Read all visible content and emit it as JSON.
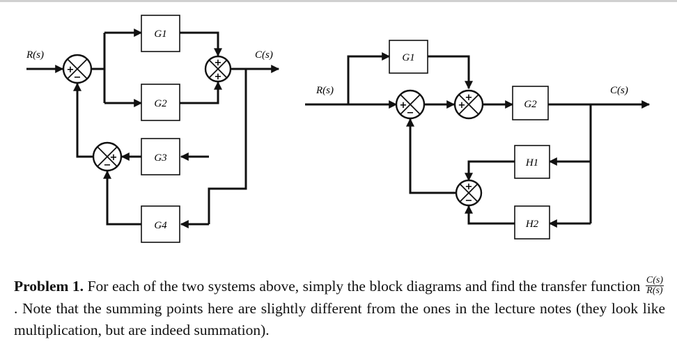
{
  "diagram1": {
    "input_label": "R(s)",
    "output_label": "C(s)",
    "blocks": [
      "G1",
      "G2",
      "G3",
      "G4"
    ],
    "sum_main_signs": [
      "+",
      "−"
    ],
    "sum_out_signs": [
      "+",
      "+"
    ],
    "sum_fb_signs": [
      "+",
      "−"
    ]
  },
  "diagram2": {
    "input_label": "R(s)",
    "output_label": "C(s)",
    "blocks": [
      "G1",
      "G2",
      "H1",
      "H2"
    ],
    "sum_a_signs": [
      "+",
      "−"
    ],
    "sum_b_signs": [
      "+",
      "+"
    ],
    "sum_c_signs": [
      "+",
      "−"
    ]
  },
  "problem": {
    "title": "Problem 1.",
    "text_before": "For each of the two systems above, simply the block diagrams and find the transfer function",
    "fraction_num": "C(s)",
    "fraction_den": "R(s)",
    "text_after": ". Note that the summing points here are slightly different from the ones in the lecture notes (they look like multiplication, but are indeed summation)."
  }
}
